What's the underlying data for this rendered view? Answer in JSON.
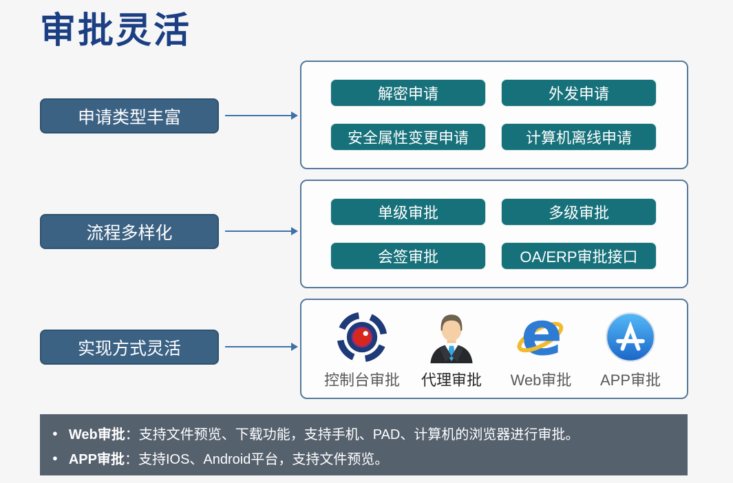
{
  "title": "审批灵活",
  "colors": {
    "background": "#f6f6f6",
    "title": "#1c3f83",
    "side_box": "#3b6183",
    "side_box_border": "#2e516e",
    "teal_button": "#17717a",
    "panel_bg": "#fdfdfd",
    "panel_border": "#54779c",
    "arrow": "#3e71a8",
    "footer_bg": "#56616e"
  },
  "rows": [
    {
      "label": "申请类型丰富",
      "buttons": [
        "解密申请",
        "外发申请",
        "安全属性变更申请",
        "计算机离线申请"
      ]
    },
    {
      "label": "流程多样化",
      "buttons": [
        "单级审批",
        "多级审批",
        "会签审批",
        "OA/ERP审批接口"
      ]
    },
    {
      "label": "实现方式灵活",
      "methods": [
        {
          "icon": "console-icon",
          "label": "控制台审批",
          "label_color": "#595959"
        },
        {
          "icon": "agent-person-icon",
          "label": "代理审批",
          "label_color": "#262626"
        },
        {
          "icon": "ie-browser-icon",
          "label": "Web审批",
          "label_color": "#595959"
        },
        {
          "icon": "appstore-icon",
          "label": "APP审批",
          "label_color": "#595959"
        }
      ]
    }
  ],
  "footer": {
    "bullet_glyph": "●",
    "items": [
      {
        "bold": "Web审批",
        "text": "：支持文件预览、下载功能，支持手机、PAD、计算机的浏览器进行审批。"
      },
      {
        "bold": "APP审批",
        "text": "：支持IOS、Android平台，支持文件预览。"
      }
    ]
  }
}
